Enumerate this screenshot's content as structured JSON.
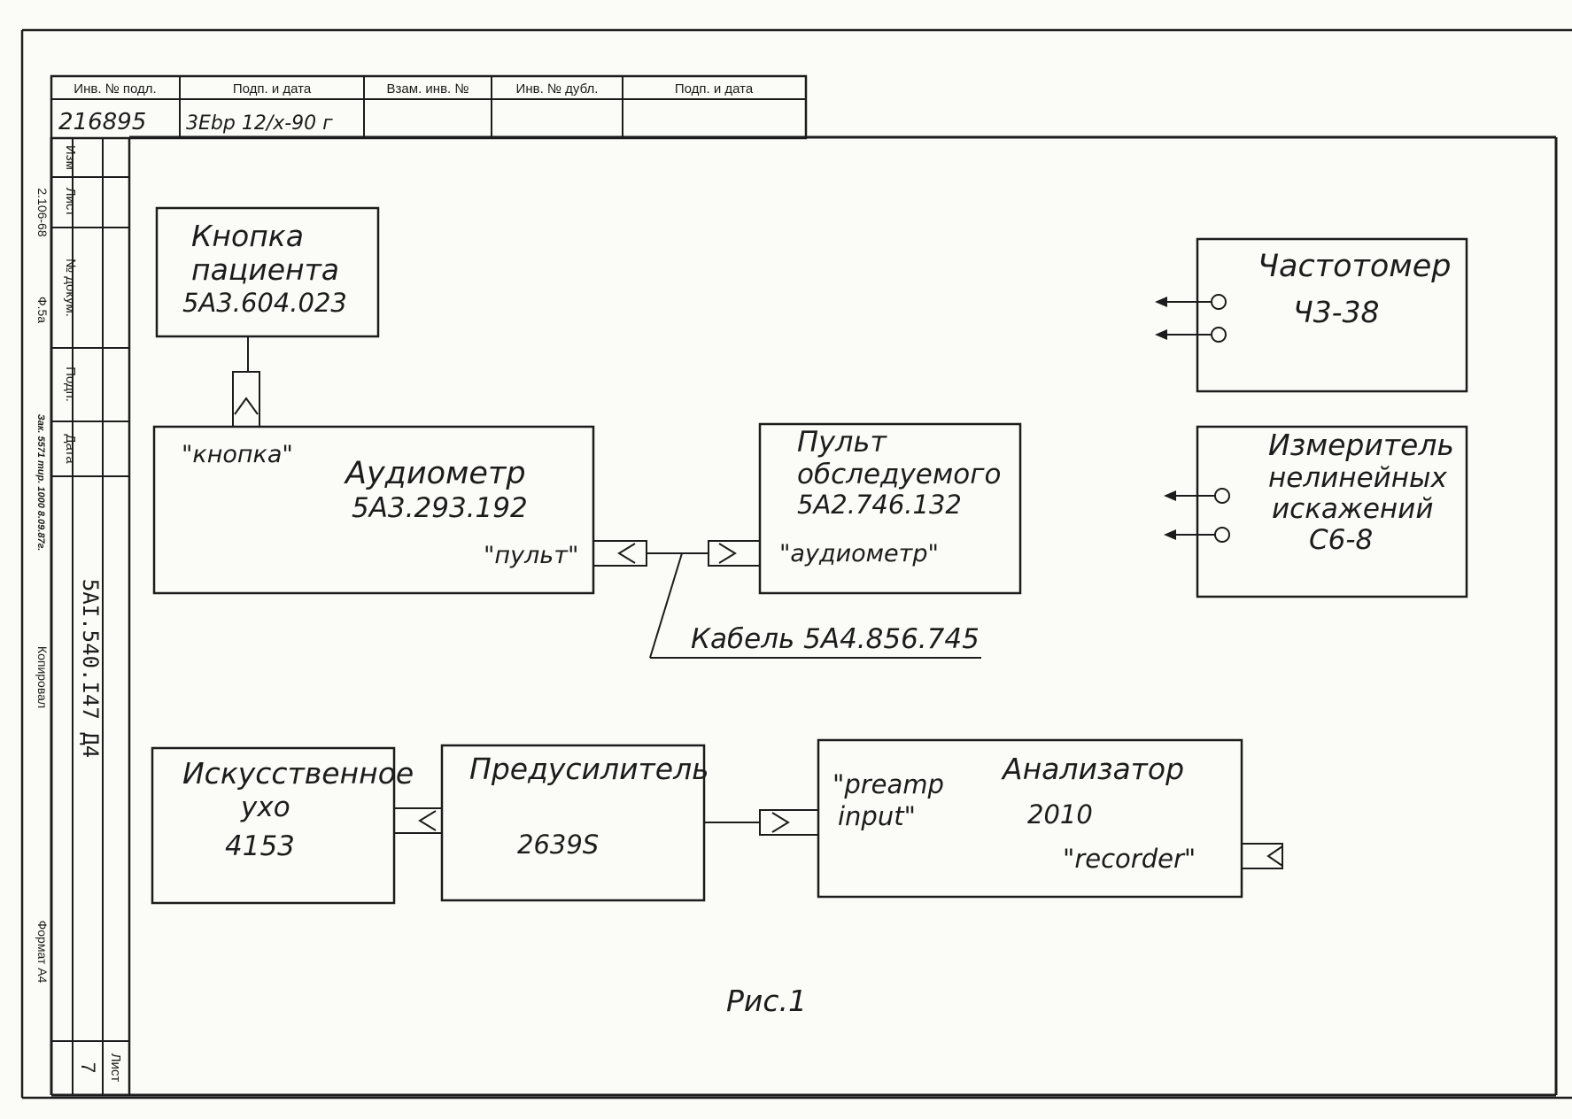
{
  "title_block": {
    "headers": [
      "Инв. № подл.",
      "Подп. и дата",
      "Взам. инв. №",
      "Инв. № дубл.",
      "Подп. и дата"
    ],
    "values": [
      "216895",
      "3Ebp 12/x-90 г",
      "",
      "",
      ""
    ]
  },
  "side_stamp": {
    "revision_labels": [
      "Изм",
      "Лист",
      "№ докум.",
      "Подп.",
      "Дата"
    ],
    "standard": "2.106-68",
    "form": "Ф.5а",
    "order": "Зак. 5571 тир. 1000 8.09.87г.",
    "doc_number": "5АI.540.I47 Д4",
    "copied": "Копировал",
    "format": "Формат А4",
    "sheet_label": "Лист",
    "sheet_number": "7"
  },
  "blocks": {
    "patient_button": {
      "lines": [
        "Кнопка",
        "пациента",
        "5А3.604.023"
      ]
    },
    "audiometer": {
      "port_button": "\"кнопка\"",
      "name": "Аудиометр",
      "code": "5А3.293.192",
      "port_remote": "\"пульт\""
    },
    "subject_console": {
      "lines": [
        "Пульт",
        "обследуемого",
        "5А2.746.132"
      ],
      "port": "\"аудиометр\""
    },
    "cable": {
      "label": "Кабель 5А4.856.745"
    },
    "frequency_meter": {
      "lines": [
        "Частотомер",
        "Ч3-38"
      ]
    },
    "distortion_meter": {
      "lines": [
        "Измеритель",
        "нелинейных",
        "искажений",
        "С6-8"
      ]
    },
    "artificial_ear": {
      "lines": [
        "Искусственное",
        "ухо",
        "4153"
      ]
    },
    "preamplifier": {
      "name": "Предусилитель",
      "code": "2639S"
    },
    "analyzer": {
      "port_in_lines": [
        "\"preamp",
        "input\""
      ],
      "name": "Анализатор",
      "code": "2010",
      "port_out": "\"recorder\""
    }
  },
  "caption": "Рис.1"
}
